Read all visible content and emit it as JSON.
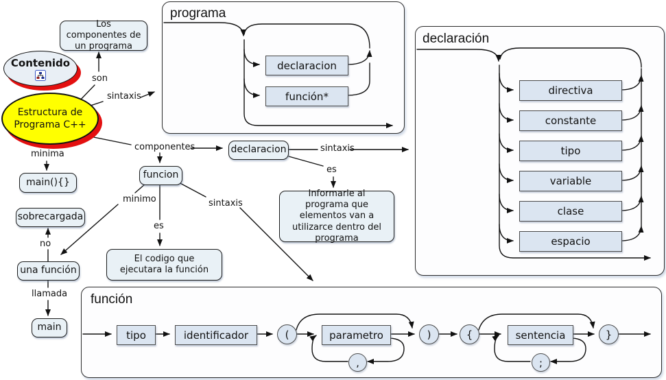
{
  "colors": {
    "root_fill": "#ffff00",
    "shadow_red": "#e31010",
    "node_fill": "#e9f1f6",
    "railbox_fill": "#dbe5f1"
  },
  "concept_map": {
    "contenido_label": "Contenido",
    "root_label": "Estructura de Programa C++",
    "nodes": {
      "componentes_nota": "Los componentes de un programa",
      "main_firma": "main(){}",
      "sobrecargada": "sobrecargada",
      "una_funcion": "una función",
      "main": "main",
      "declaracion": "declaracion",
      "funcion": "funcion",
      "informarle": "Informarle al programa que elementos van a utilizarce dentro del programa",
      "codigo": "El codigo que ejecutara la función"
    },
    "link_labels": {
      "son": "son",
      "sintaxis_top": "sintaxis",
      "minima": "minima",
      "componentes": "componentes",
      "sintaxis_mid": "sintaxis",
      "es_decl": "es",
      "minimo": "minimo",
      "es_func": "es",
      "sintaxis_low": "sintaxis",
      "no": "no",
      "llamada": "llamada"
    }
  },
  "panels": {
    "programa": {
      "title": "programa",
      "boxes": [
        "declaracion",
        "función*"
      ]
    },
    "declaracion": {
      "title": "declaración",
      "boxes": [
        "directiva",
        "constante",
        "tipo",
        "variable",
        "clase",
        "espacio"
      ]
    },
    "funcion": {
      "title": "función",
      "boxes": [
        "tipo",
        "identificador",
        "parametro",
        "sentencia"
      ],
      "symbols": {
        "open_paren": "(",
        "close_paren": ")",
        "open_brace": "{",
        "close_brace": "}",
        "comma": ",",
        "semicolon": ";"
      }
    }
  }
}
